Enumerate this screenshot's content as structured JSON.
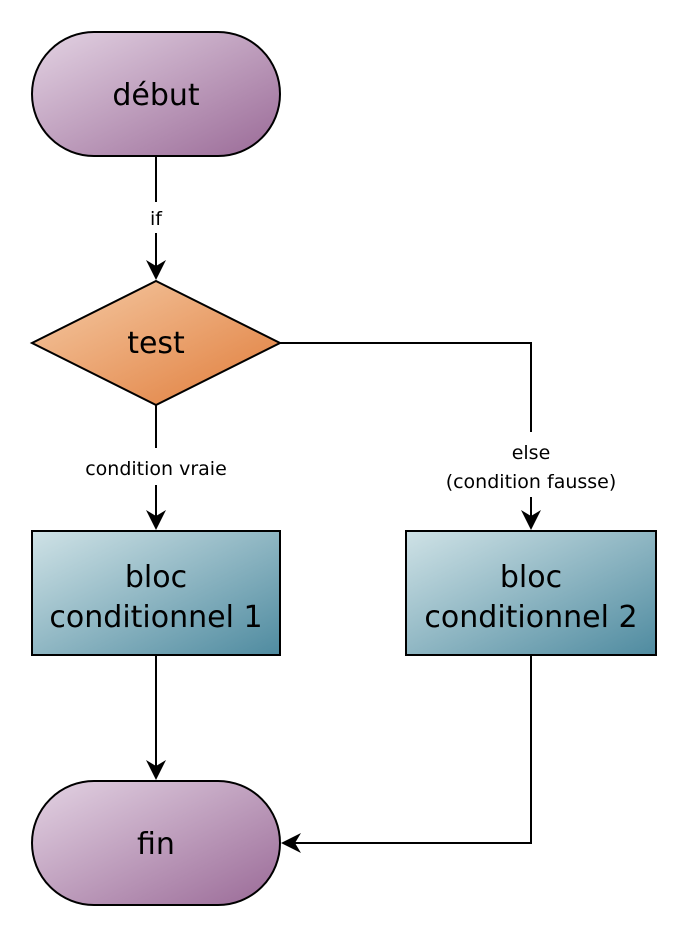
{
  "nodes": {
    "start": {
      "label": "début"
    },
    "test": {
      "label": "test"
    },
    "block1": {
      "line1": "bloc",
      "line2": "conditionnel 1"
    },
    "block2": {
      "line1": "bloc",
      "line2": "conditionnel 2"
    },
    "end": {
      "label": "fin"
    }
  },
  "edges": {
    "if_label": "if",
    "true_label": "condition vraie",
    "else_label_line1": "else",
    "else_label_line2": "(condition fausse)"
  },
  "colors": {
    "terminal_light": "#e3d3e3",
    "terminal_dark": "#9a6a97",
    "decision_light": "#f5cba6",
    "decision_dark": "#e07c3a",
    "process_light": "#cfe2e6",
    "process_dark": "#4f8ba0",
    "stroke": "#000000"
  }
}
